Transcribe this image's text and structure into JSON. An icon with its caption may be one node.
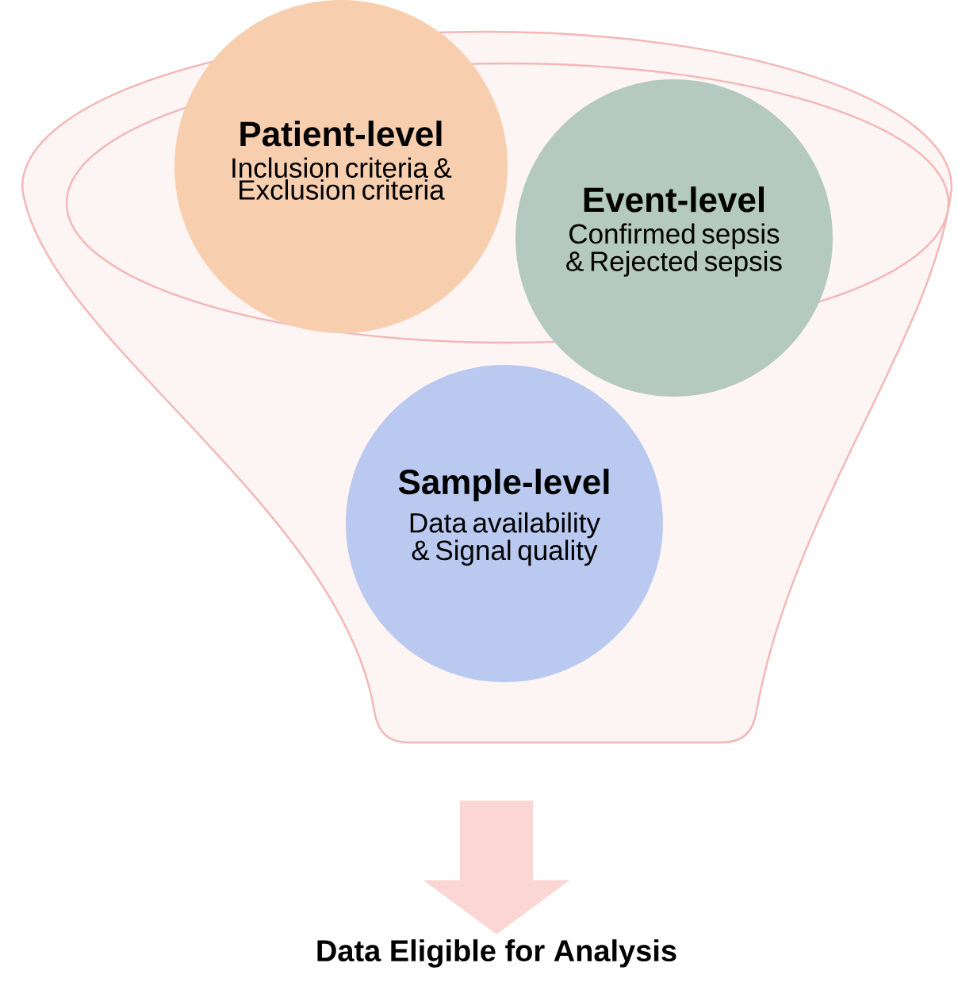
{
  "diagram": {
    "nodes": [
      {
        "text": [],
        "shape": "funnel"
      },
      {
        "text": [
          "Patient-level",
          "Inclusion criteria & Exclusion criteria"
        ],
        "in": 0
      },
      {
        "text": [
          "Event-level",
          "Confirmed sepsis & Rejected sepsis"
        ],
        "in": 0
      },
      {
        "text": [
          "Sample-level",
          "Data availability & Signal quality"
        ],
        "in": 0
      },
      {
        "text": [
          "Data Eligible for Analysis"
        ]
      }
    ],
    "edges": [
      {
        "from": 0,
        "to": 4,
        "arrow": "to"
      }
    ]
  }
}
